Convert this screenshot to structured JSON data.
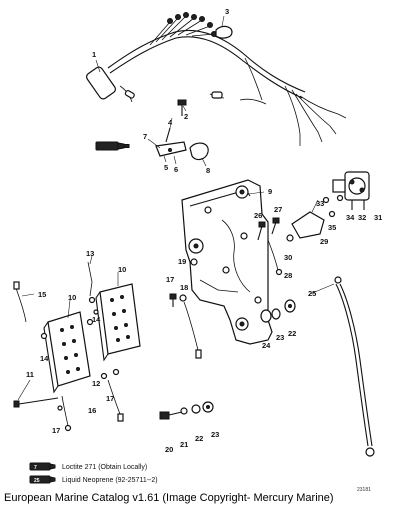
{
  "diagram": {
    "callouts": [
      "1",
      "2",
      "3",
      "4",
      "5",
      "6",
      "7",
      "8",
      "9",
      "10",
      "10",
      "11",
      "12",
      "13",
      "14",
      "14",
      "15",
      "16",
      "17",
      "17",
      "17",
      "18",
      "19",
      "20",
      "21",
      "22",
      "22",
      "23",
      "23",
      "24",
      "25",
      "26",
      "27",
      "28",
      "29",
      "30",
      "31",
      "32",
      "33",
      "34",
      "35"
    ],
    "legend": [
      {
        "tube_label": "7",
        "text": "Loctite 271 (Obtain Locally)"
      },
      {
        "tube_label": "25",
        "text": "Liquid Neoprene (92-25711--2)"
      }
    ],
    "corner_mark": "23181"
  },
  "caption": "European Marine Catalog v1.61 (Image Copyright- Mercury Marine)"
}
